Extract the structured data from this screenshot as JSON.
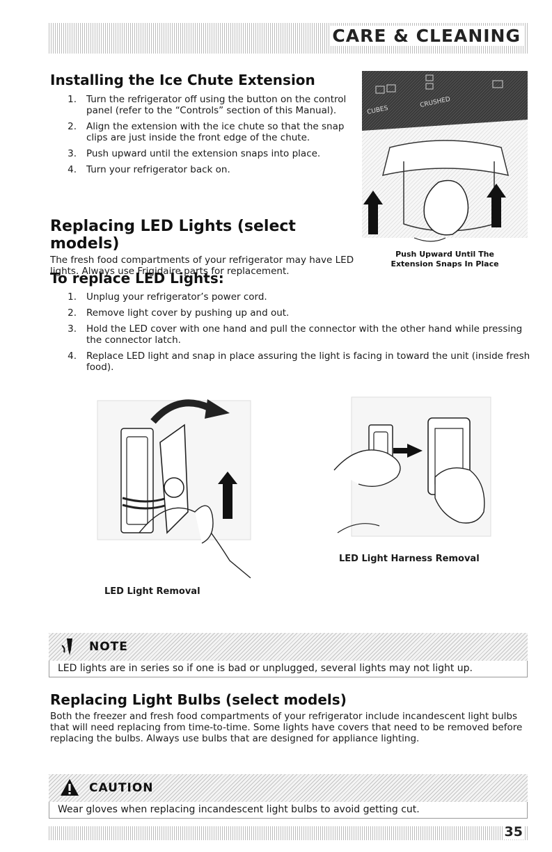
{
  "header": {
    "title": "CARE & CLEANING"
  },
  "install": {
    "heading": "Installing the Ice Chute Extension",
    "steps": [
      {
        "num": "1.",
        "text": "Turn the refrigerator off using the button on the control panel (refer to the “Controls” section of this Manual)."
      },
      {
        "num": "2.",
        "text": "Align the extension with the ice chute so that the snap clips are just inside the front edge of the chute."
      },
      {
        "num": "3.",
        "text": "Push upward until the extension snaps into place."
      },
      {
        "num": "4.",
        "text": "Turn your refrigerator back on."
      }
    ],
    "figure": {
      "panel_labels": {
        "crushed": "CRUSHED",
        "cubes": "CUBES"
      },
      "caption_line1": "Push Upward Until The",
      "caption_line2": "Extension Snaps In Place"
    }
  },
  "led": {
    "heading": "Replacing LED Lights (select models)",
    "intro": "The fresh food compartments of your refrigerator may have LED lights. Always use Frigidaire parts for replacement.",
    "subheading": "To replace LED Lights:",
    "steps": [
      {
        "num": "1.",
        "text": "Unplug your refrigerator’s power cord."
      },
      {
        "num": "2.",
        "text": "Remove light cover by pushing up and out."
      },
      {
        "num": "3.",
        "text": "Hold the LED cover with one hand and pull the connector with the other hand while pressing the connector latch."
      },
      {
        "num": "4.",
        "text": "Replace LED light and snap in place assuring the light is facing in toward the unit (inside fresh food)."
      }
    ],
    "figure_removal_caption": "LED Light Removal",
    "figure_harness_caption": "LED Light Harness Removal"
  },
  "note": {
    "label": "NOTE",
    "text": "LED lights are in series so if one is bad or unplugged, several lights may not light up."
  },
  "bulbs": {
    "heading": "Replacing Light Bulbs (select models)",
    "text": "Both the freezer and fresh food compartments of your refrigerator include incandescent light bulbs that will need replacing from time-to-time.  Some lights have covers that need to be removed before replacing the bulbs.  Always use bulbs that are designed for appliance lighting."
  },
  "caution": {
    "label": "CAUTION",
    "text": "Wear gloves when replacing incandescent light bulbs to avoid getting cut."
  },
  "footer": {
    "page_number": "35"
  }
}
